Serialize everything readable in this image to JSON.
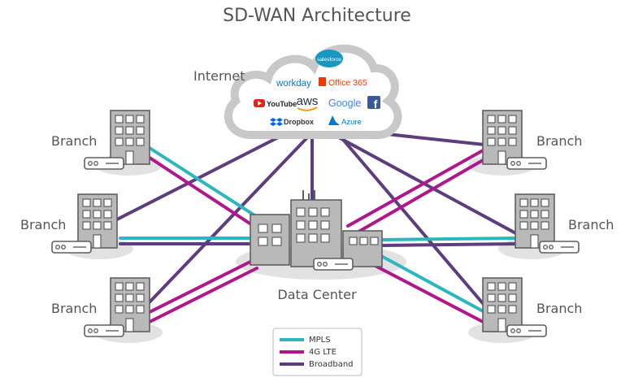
{
  "title": "SD-WAN Architecture",
  "internet_label": "Internet",
  "data_center_label": "Data Center",
  "branches": [
    {
      "label": "Branch"
    },
    {
      "label": "Branch"
    },
    {
      "label": "Branch"
    },
    {
      "label": "Branch"
    },
    {
      "label": "Branch"
    },
    {
      "label": "Branch"
    }
  ],
  "cloud_services": [
    {
      "name": "salesforce",
      "color": "#1798c1"
    },
    {
      "name": "workday",
      "color": "#0875e1"
    },
    {
      "name": "Office 365",
      "color": "#eb3c00"
    },
    {
      "name": "YouTube",
      "color": "#e62117"
    },
    {
      "name": "aws",
      "color": "#232f3e"
    },
    {
      "name": "Google",
      "color": "#4285f4"
    },
    {
      "name": "f",
      "color": "#3b5998"
    },
    {
      "name": "Dropbox",
      "color": "#0061fe"
    },
    {
      "name": "Azure",
      "color": "#0078d4"
    }
  ],
  "legend": [
    {
      "label": "MPLS",
      "color": "#2ab7c0"
    },
    {
      "label": "4G LTE",
      "color": "#b0178d"
    },
    {
      "label": "Broadband",
      "color": "#5e3d7e"
    }
  ]
}
